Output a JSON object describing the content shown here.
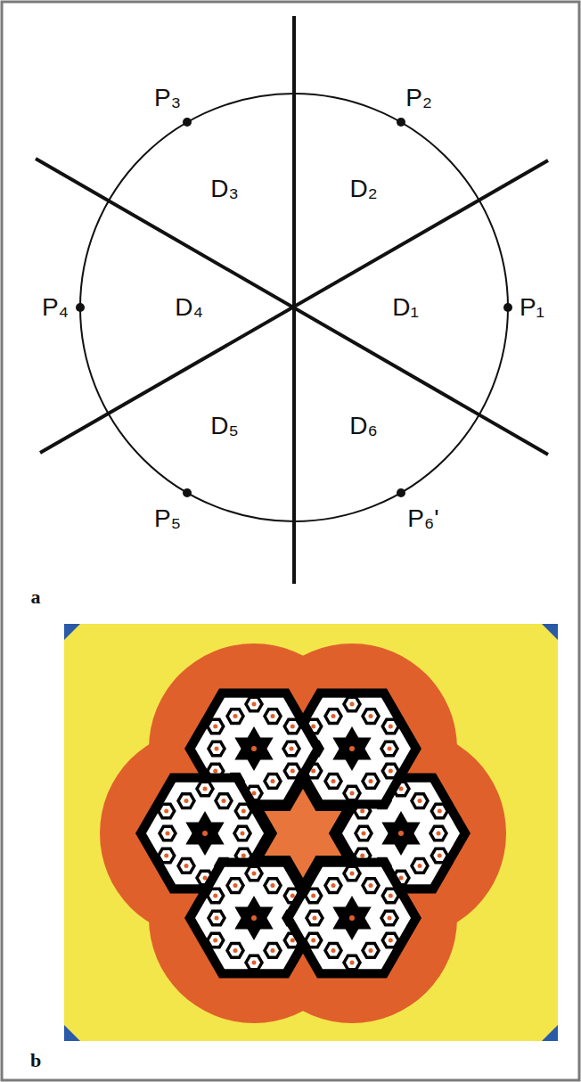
{
  "diagram": {
    "labels": [
      "P₃",
      "P₂",
      "D₃",
      "D₂",
      "P₄",
      "D₄",
      "D₁",
      "P₁",
      "D₅",
      "D₆",
      "P₅",
      "P₆'",
      "a",
      "b"
    ]
  }
}
